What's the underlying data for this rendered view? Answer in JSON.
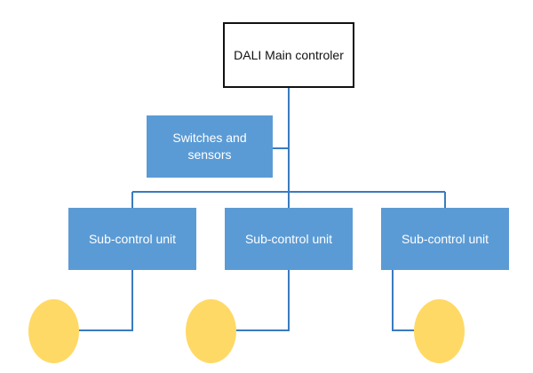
{
  "diagram": {
    "colors": {
      "connector": "#3a7bbf",
      "unit_fill": "#5b9bd5",
      "lamp_fill": "#ffd966",
      "main_border": "#111111"
    },
    "main_controller": {
      "label": "DALI Main controler"
    },
    "switches_sensors": {
      "label": "Switches and sensors"
    },
    "sub_units": [
      {
        "label": "Sub-control unit"
      },
      {
        "label": "Sub-control unit"
      },
      {
        "label": "Sub-control unit"
      }
    ]
  }
}
